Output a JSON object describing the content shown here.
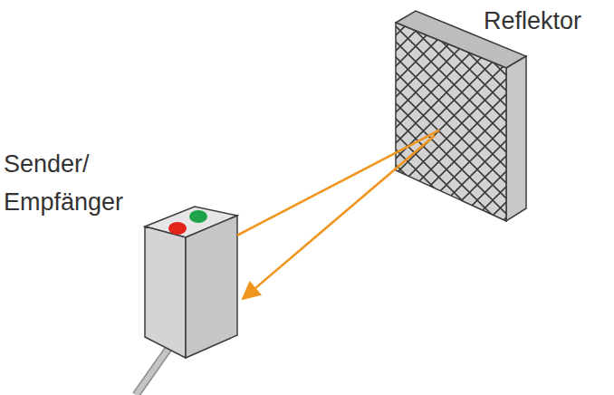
{
  "diagram": {
    "nodes": [
      {
        "text": [
          "Reflektor"
        ]
      },
      {
        "text": [
          "Sender/ Empfänger"
        ]
      }
    ],
    "edges": [
      {
        "from": 1,
        "to": 0,
        "arrow": "none"
      },
      {
        "from": 0,
        "to": 1,
        "arrow": "to"
      }
    ]
  }
}
